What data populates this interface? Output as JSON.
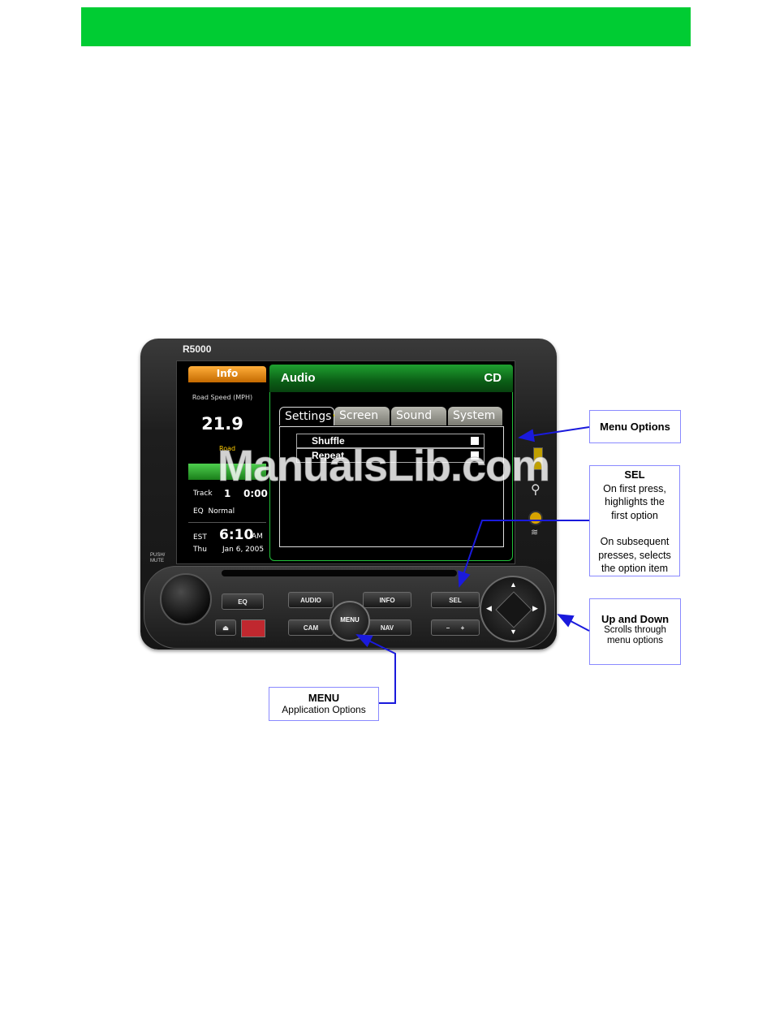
{
  "device": {
    "model": "R5000",
    "info_panel": {
      "tab_label": "Info",
      "road_speed_label": "Road Speed (MPH)",
      "road_speed_value": "21.9",
      "road_small_label": "Road",
      "track_label": "Track",
      "track_number": "1",
      "track_time": "0:00",
      "eq_label": "EQ",
      "eq_value": "Normal",
      "timezone": "EST",
      "time": "6:10",
      "ampm": "AM",
      "day": "Thu",
      "date": "Jan 6, 2005"
    },
    "audio_panel": {
      "title": "Audio",
      "source": "CD",
      "tabs": [
        "Settings",
        "Screen",
        "Sound",
        "System"
      ],
      "options": [
        {
          "label": "Shuffle"
        },
        {
          "label": "Repeat"
        }
      ]
    },
    "push_mute": "PUSH/\nMUTE",
    "buttons": {
      "eq": "EQ",
      "audio": "AUDIO",
      "info": "INFO",
      "sel": "SEL",
      "cam": "CAM",
      "nav": "NAV",
      "menu": "MENU",
      "minus": "–",
      "plus": "+"
    }
  },
  "callouts": {
    "menu_options": "Menu Options",
    "sel": {
      "title": "SEL",
      "line1": "On first press,",
      "line2": "highlights the",
      "line3": "first option",
      "line4": "On subsequent",
      "line5": "presses, selects",
      "line6": "the option item"
    },
    "up_down": {
      "title": "Up and Down",
      "line1": "Scrolls through",
      "line2": "menu options"
    },
    "menu": {
      "title": "MENU",
      "desc": "Application Options"
    }
  },
  "watermark": "ManualsLib.com",
  "colors": {
    "banner": "#00cc33",
    "callout_arrow": "#1a1adc",
    "info_tab": "#ff9a1a",
    "audio_header": "#1fa030"
  }
}
